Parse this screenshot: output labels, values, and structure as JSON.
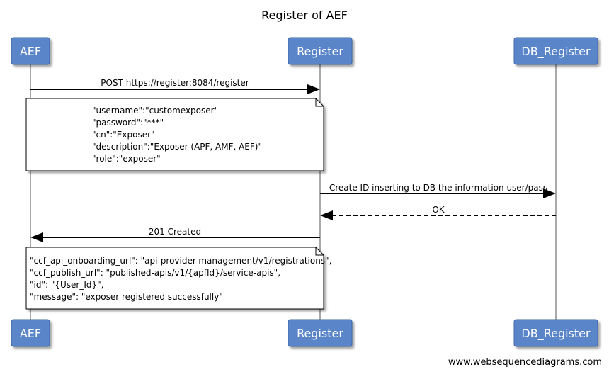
{
  "title": "Register of AEF",
  "actors": [
    "AEF",
    "Register",
    "DB_Register"
  ],
  "messages": [
    {
      "label": "POST https://register:8084/register"
    },
    {
      "label": "Create ID inserting to DB the information user/pass"
    },
    {
      "label": "OK"
    },
    {
      "label": "201 Created"
    }
  ],
  "notes": [
    {
      "lines": [
        "\"username\":\"customexposer\"",
        "\"password\":\"***\"",
        "\"cn\":\"Exposer\"",
        "\"description\":\"Exposer (APF, AMF, AEF)\"",
        "\"role\":\"exposer\""
      ]
    },
    {
      "lines": [
        "\"ccf_api_onboarding_url\": \"api-provider-management/v1/registrations\",",
        "\"ccf_publish_url\": \"published-apis/v1/{apfId}/service-apis\",",
        "\"id\": \"{User_Id}\",",
        "\"message\": \"exposer registered successfully\""
      ]
    }
  ],
  "footer": "www.websequencediagrams.com"
}
